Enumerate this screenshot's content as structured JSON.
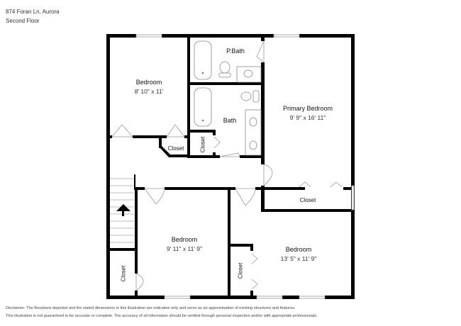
{
  "header": {
    "address": "874 Foran Ln, Aurora",
    "floor": "Second Floor"
  },
  "rooms": {
    "bedroom_nw": {
      "name": "Bedroom",
      "dimensions": "8' 10\" x 11'"
    },
    "pbath": {
      "name": "P.Bath"
    },
    "bath": {
      "name": "Bath"
    },
    "primary_bedroom": {
      "name": "Primary Bedroom",
      "dimensions": "9' 9\" x 16' 11\""
    },
    "closet_hall": {
      "name": "Closet"
    },
    "closet_bath": {
      "name": "Closet"
    },
    "closet_primary": {
      "name": "Closet"
    },
    "bedroom_sw": {
      "name": "Bedroom",
      "dimensions": "9' 11\" x 11' 9\""
    },
    "closet_sw": {
      "name": "Closet"
    },
    "bedroom_se": {
      "name": "Bedroom",
      "dimensions": "13' 5\" x 11' 9\""
    },
    "closet_se": {
      "name": "Closet"
    }
  },
  "disclaimer": {
    "line1": "Disclaimer: The floorplans depicted and the stated dimensions in this illustration are indicative only and serve as an approximation of existing structures and features.",
    "line2": "This illustration is not guaranteed to be accurate or complete. The accuracy of all information should be verified through personal inspection and/or with appropriate professionals."
  },
  "colors": {
    "wall": "#000000",
    "fixture": "#888888",
    "background": "#ffffff"
  }
}
